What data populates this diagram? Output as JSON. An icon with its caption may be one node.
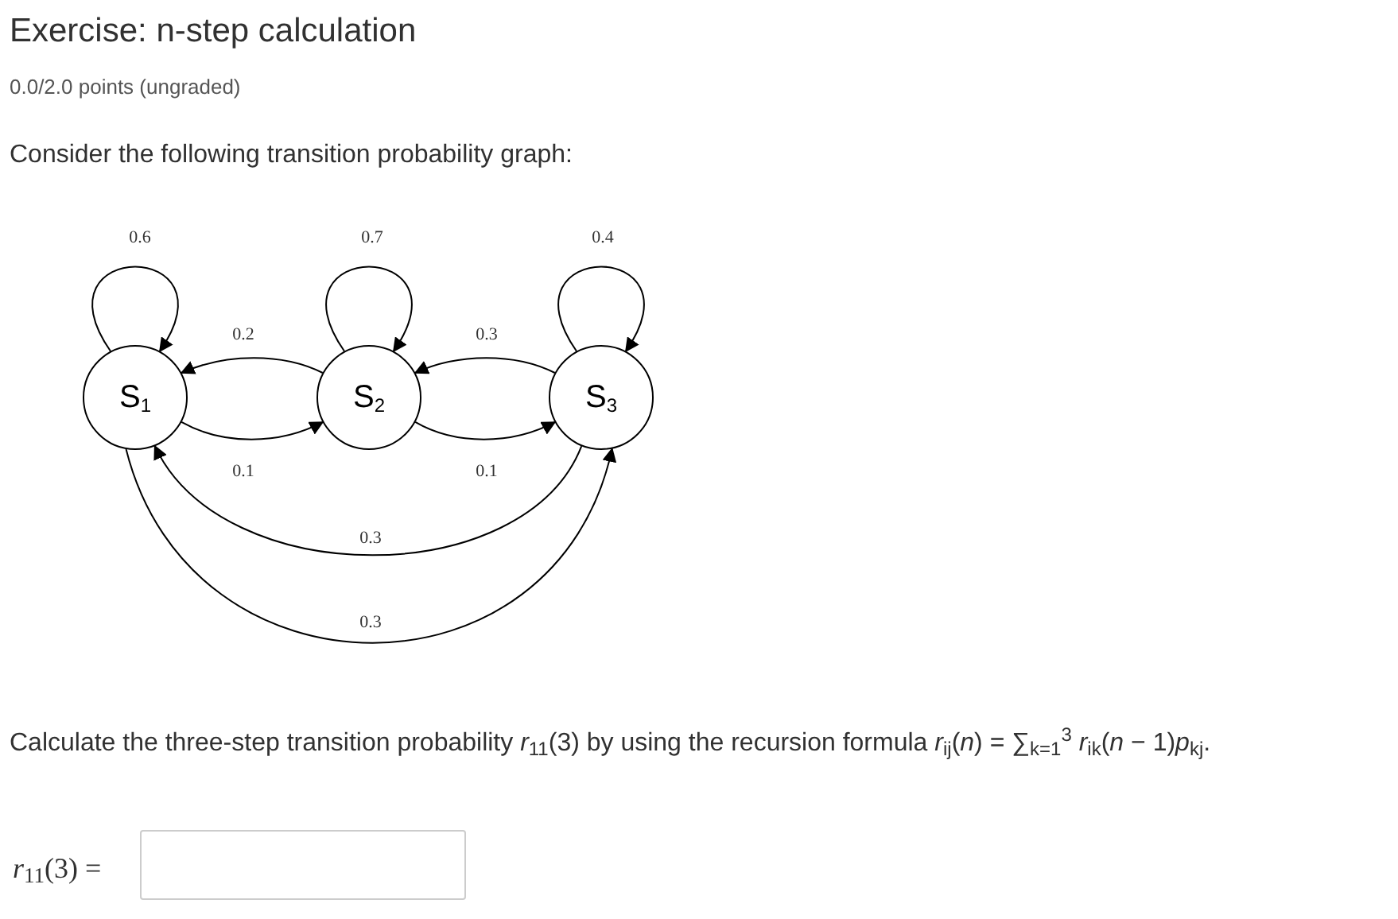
{
  "diagram": {
    "title": "Exercise: n-step calculation",
    "nodes": [
      {
        "text": [
          "S$_{1}$"
        ]
      },
      {
        "text": [
          "S$_{2}$"
        ]
      },
      {
        "text": [
          "S$_{3}$"
        ]
      }
    ],
    "edges": [
      {
        "from": 0,
        "to": 0,
        "arrow": "to",
        "label": "0.6"
      },
      {
        "from": 1,
        "to": 1,
        "arrow": "to",
        "label": "0.7"
      },
      {
        "from": 2,
        "to": 2,
        "arrow": "to",
        "label": "0.4"
      },
      {
        "from": 1,
        "to": 0,
        "arrow": "to",
        "label": "0.2"
      },
      {
        "from": 0,
        "to": 1,
        "arrow": "to",
        "label": "0.1"
      },
      {
        "from": 2,
        "to": 1,
        "arrow": "to",
        "label": "0.3"
      },
      {
        "from": 1,
        "to": 2,
        "arrow": "to",
        "label": "0.1"
      },
      {
        "from": 2,
        "to": 0,
        "arrow": "to",
        "label": "0.3"
      },
      {
        "from": 0,
        "to": 2,
        "arrow": "to",
        "label": "0.3"
      }
    ],
    "labels": [
      "0.0/2.0 points (ungraded)",
      "Consider the following transition probability graph:",
      "Calculate the three-step transition probability *r*$_{11}$(3) by using the recursion formula *r*$_{ij}$(*n*) = ∑$_{k=1}$$^{3}$ *r*$_{ik}$(*n* − 1)*p*$_{kj}$.",
      "*r*$_{11}$(3) ="
    ]
  }
}
